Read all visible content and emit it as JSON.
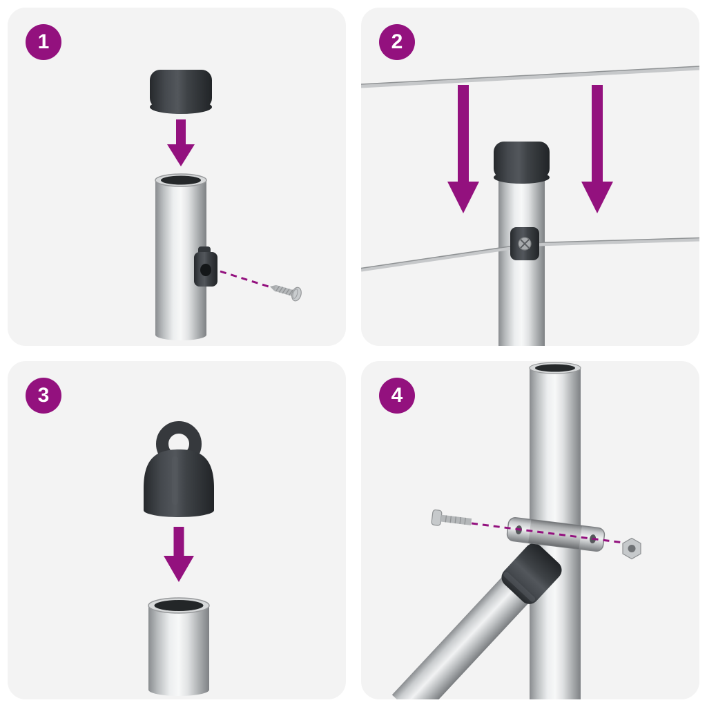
{
  "sheet": {
    "title": "fence-post-assembly-instructions",
    "steps": [
      {
        "number": "1",
        "illustration": "press-cap-onto-post",
        "parts": [
          "post-cap",
          "down-arrow",
          "post-tube",
          "wire-bracket",
          "screw",
          "dashed-guide-line"
        ]
      },
      {
        "number": "2",
        "illustration": "lower-wires-into-post-clamp",
        "parts": [
          "upper-wire",
          "down-arrow-left",
          "down-arrow-right",
          "capped-post",
          "wire-clamp",
          "tension-wire"
        ]
      },
      {
        "number": "3",
        "illustration": "press-eyelet-cap-onto-tube",
        "parts": [
          "eyelet-cap",
          "down-arrow",
          "open-tube"
        ]
      },
      {
        "number": "4",
        "illustration": "bolt-brace-clamp-to-post",
        "parts": [
          "main-post",
          "diagonal-brace",
          "brace-connector",
          "clamp-band",
          "bolt",
          "nut",
          "dashed-guide-line"
        ]
      }
    ]
  },
  "style": {
    "page_bg": "#ffffff",
    "panel_bg": "#f3f3f3",
    "accent": "#93117E",
    "badge_text": "#ffffff",
    "part_dark": "#3a3e43",
    "metal_mid": "#c9cccd",
    "wire": "#c6c8ca"
  }
}
